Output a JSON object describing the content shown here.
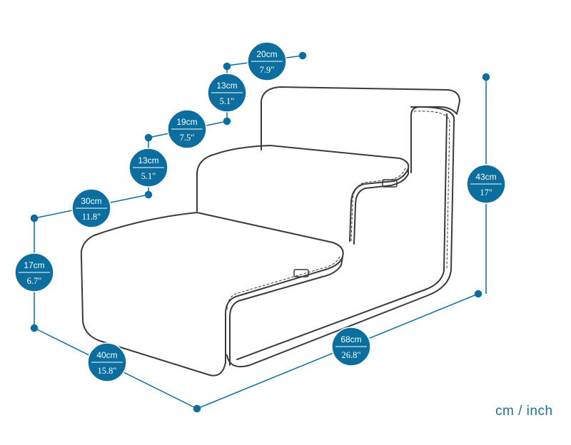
{
  "colors": {
    "accent": "#0b6e9e",
    "outline": "#3a3a3a",
    "background": "#ffffff"
  },
  "units_label": "cm / inch",
  "dimensions": [
    {
      "id": "top-depth",
      "cm": "20cm",
      "inch": "7.9\""
    },
    {
      "id": "top-riser",
      "cm": "13cm",
      "inch": "5.1\""
    },
    {
      "id": "middle-depth",
      "cm": "19cm",
      "inch": "7.5\""
    },
    {
      "id": "middle-riser",
      "cm": "13cm",
      "inch": "5.1\""
    },
    {
      "id": "bottom-depth",
      "cm": "30cm",
      "inch": "11.8\""
    },
    {
      "id": "bottom-riser",
      "cm": "17cm",
      "inch": "6.7\""
    },
    {
      "id": "width",
      "cm": "40cm",
      "inch": "15.8\""
    },
    {
      "id": "length",
      "cm": "68cm",
      "inch": "26.8\""
    },
    {
      "id": "height",
      "cm": "43cm",
      "inch": "17\""
    }
  ]
}
